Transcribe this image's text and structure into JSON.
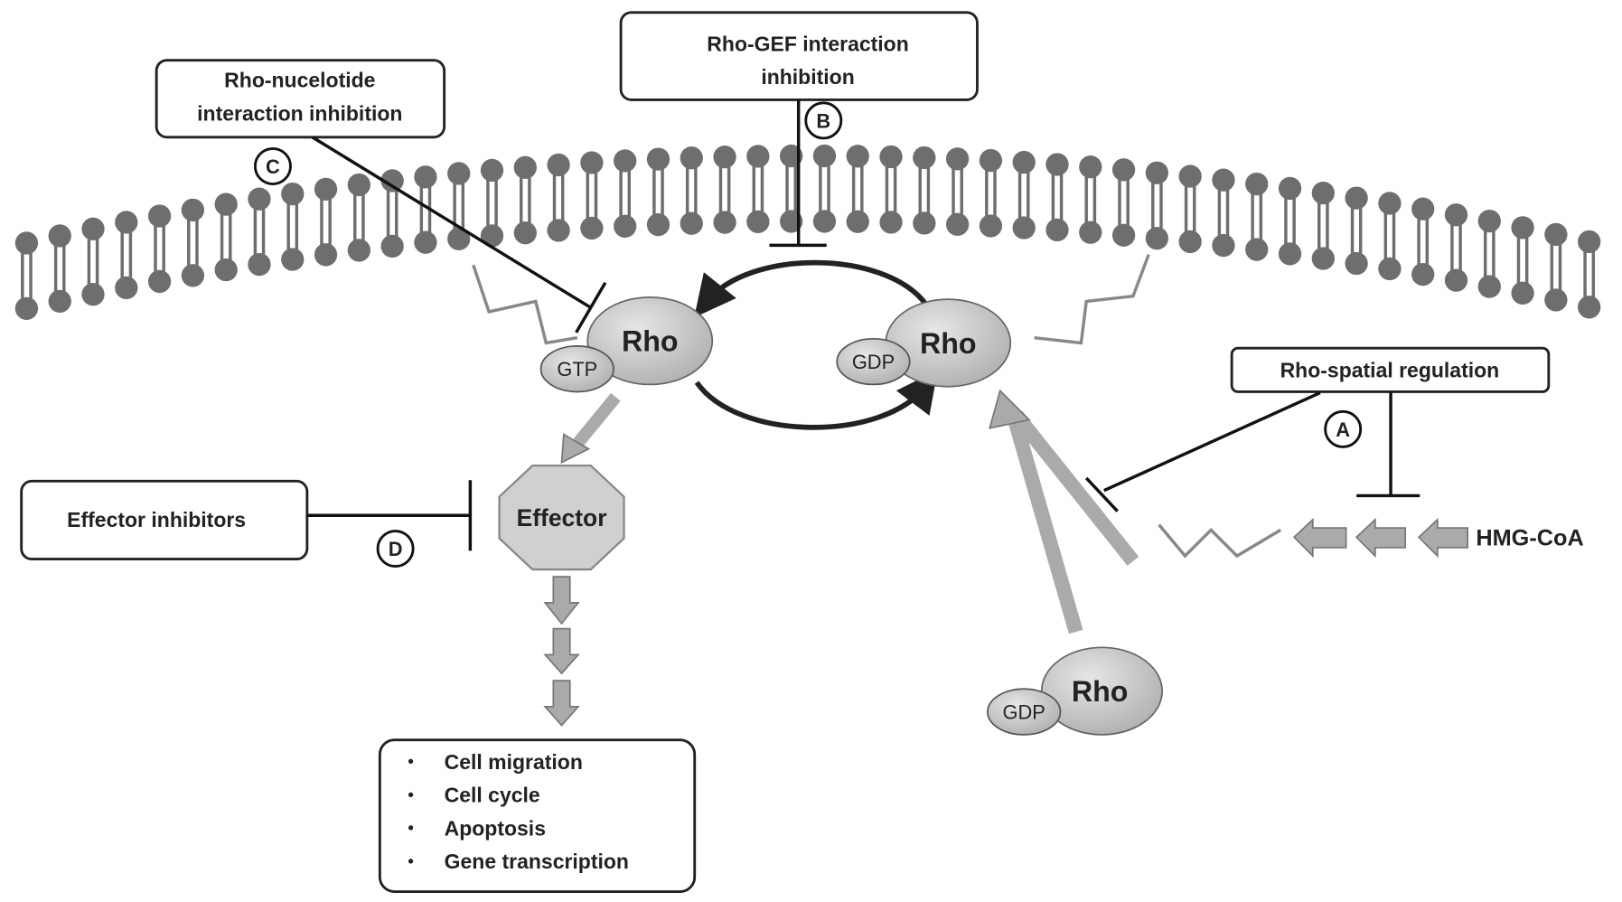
{
  "boxes": {
    "nucleotide": {
      "line1": "Rho-nucelotide",
      "line2": "interaction inhibition",
      "marker": "C"
    },
    "gef": {
      "line1": "Rho-GEF interaction",
      "line2": "inhibition",
      "marker": "B"
    },
    "spatial": {
      "label": "Rho-spatial  regulation",
      "marker": "A"
    },
    "effector_inhibitors": {
      "label": "Effector inhibitors",
      "marker": "D"
    }
  },
  "molecules": {
    "rho_gtp": {
      "rho": "Rho",
      "nucleotide": "GTP"
    },
    "rho_gdp_membrane": {
      "rho": "Rho",
      "nucleotide": "GDP"
    },
    "rho_gdp_cytosol": {
      "rho": "Rho",
      "nucleotide": "GDP"
    },
    "effector": "Effector",
    "precursor": "HMG-CoA"
  },
  "outcomes": [
    "Cell migration",
    "Cell cycle",
    "Apoptosis",
    "Gene transcription"
  ],
  "colors": {
    "lipid": "#6e6e6e",
    "protein": "#c4c4c4",
    "arrow": "#aaaaaa",
    "line": "#111111"
  }
}
